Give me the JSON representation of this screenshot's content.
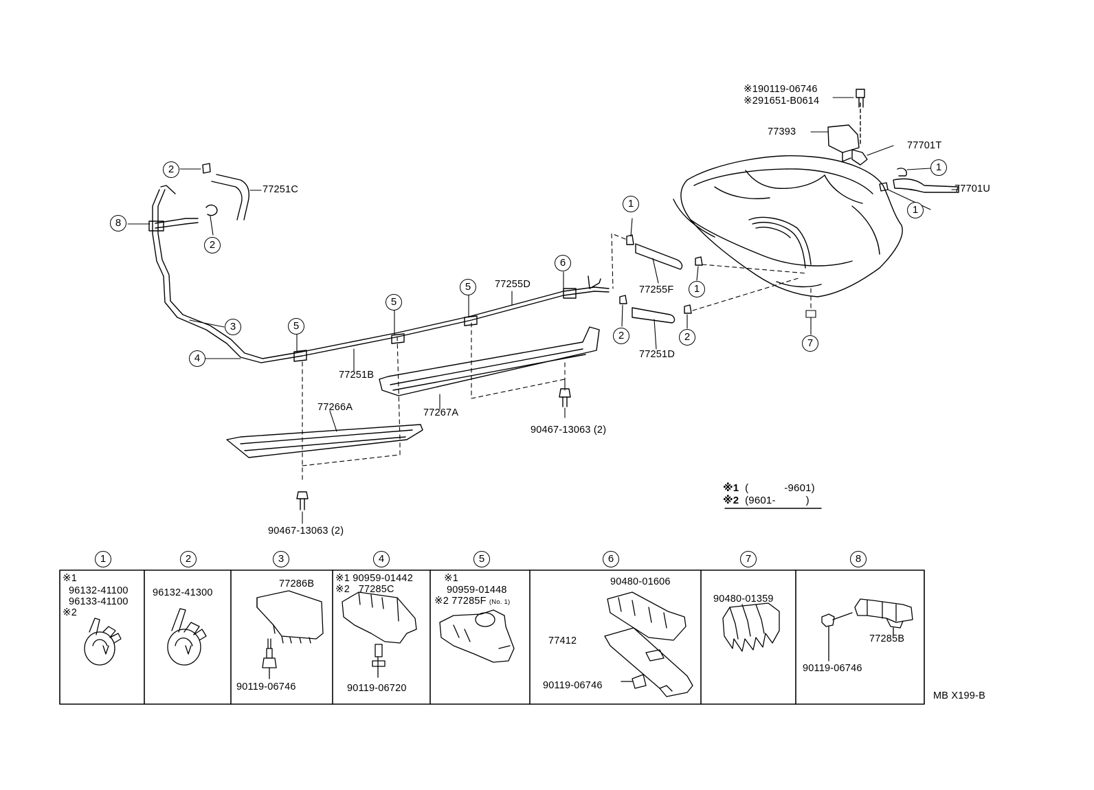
{
  "diagram": {
    "code": "MB X199-B",
    "mark": "※",
    "notes": [
      {
        "num": "1",
        "range_open": "(",
        "range_value": "-9601",
        "range_close": ")"
      },
      {
        "num": "2",
        "range_open": "(",
        "range_value": "9601-",
        "range_close": ")"
      }
    ],
    "callouts": [
      "1",
      "2",
      "3",
      "4",
      "5",
      "6",
      "7",
      "8"
    ],
    "parts": {
      "p77251C": "77251C",
      "p77701T": "77701T",
      "p77701U": "77701U",
      "p77393": "77393",
      "bolt1": "90119-06746",
      "bolt2": "91651-B0614",
      "p77255D": "77255D",
      "p77255F": "77255F",
      "p77251B": "77251B",
      "p77251D": "77251D",
      "p77266A": "77266A",
      "p77267A": "77267A",
      "bolt_a": "90467-13063",
      "bolt_a_qty": "(2)",
      "bolt_b": "90467-13063",
      "bolt_b_qty": "(2)"
    },
    "table": {
      "col1": {
        "n": "1",
        "l1": "96132-41100",
        "l2": "96133-41100"
      },
      "col2": {
        "n": "2",
        "l1": "96132-41300"
      },
      "col3": {
        "n": "3",
        "l1": "77286B",
        "l2": "90119-06746"
      },
      "col4": {
        "n": "4",
        "l1": "90959-01442",
        "l2": "77285C",
        "l3": "90119-06720"
      },
      "col5": {
        "n": "5",
        "l1": "90959-01448",
        "l2": "77285F",
        "l2b": "(No. 1)"
      },
      "col6": {
        "n": "6",
        "l1": "90480-01606",
        "l2": "77412",
        "l3": "90119-06746"
      },
      "col7": {
        "n": "7",
        "l1": "90480-01359"
      },
      "col8": {
        "n": "8",
        "l1": "77285B",
        "l2": "90119-06746"
      }
    }
  }
}
